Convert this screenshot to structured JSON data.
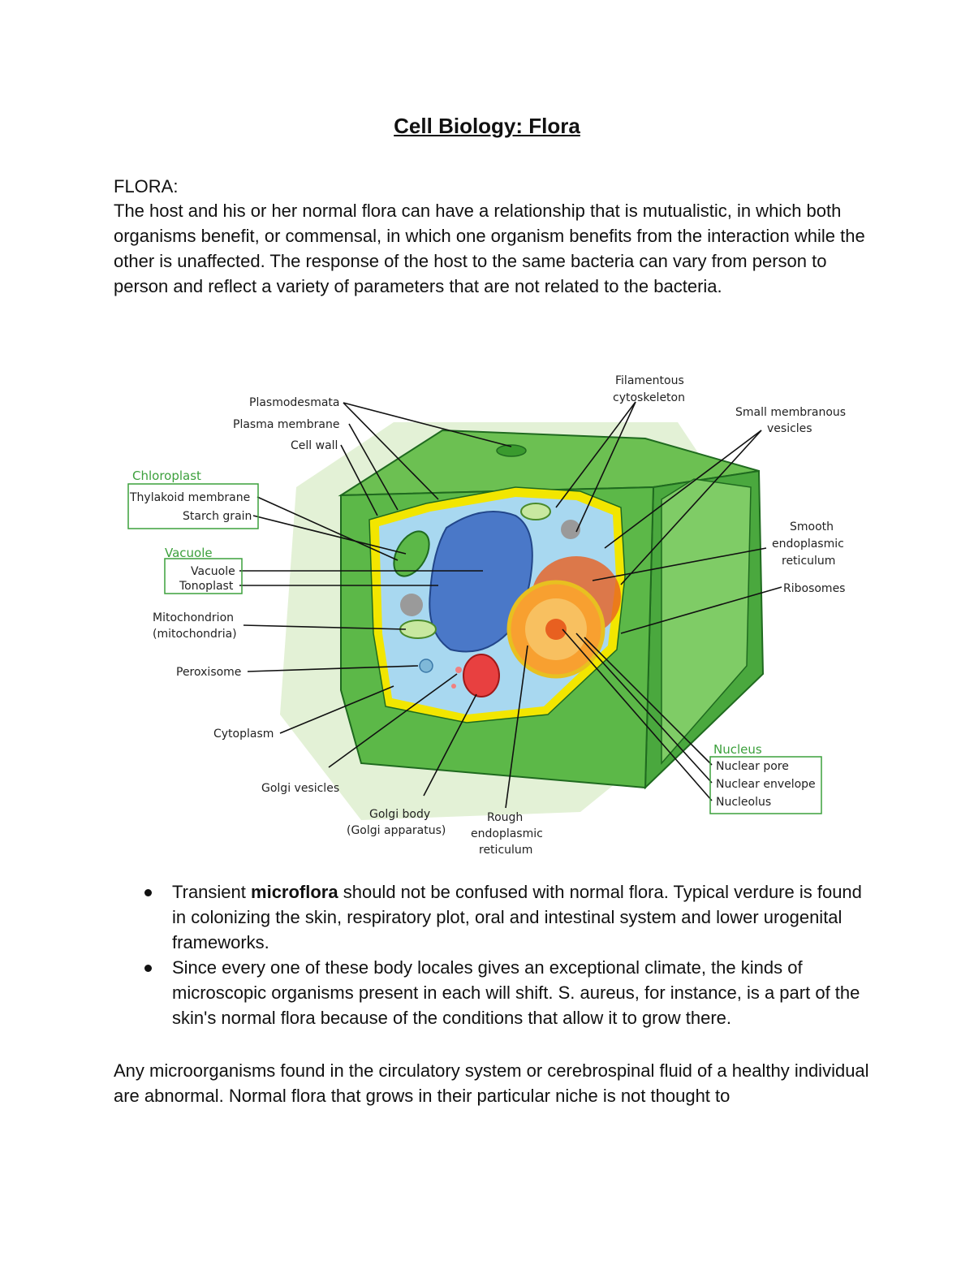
{
  "document": {
    "title": "Cell Biology: Flora",
    "section_heading": "FLORA:",
    "intro_paragraph": "The host and his or her normal flora can have a relationship that is mutualistic, in which both organisms benefit, or commensal, in which one organism benefits from the interaction while the other is unaffected. The response of the host to the same bacteria can vary from person to person and reflect a variety of parameters that are not related to the bacteria.",
    "bullets": [
      {
        "before": "Transient ",
        "bold": "microflora",
        "after": " should not be confused with normal flora. Typical verdure is found in colonizing the skin, respiratory plot, oral and intestinal system and lower urogenital frameworks."
      },
      {
        "before": "Since every one of these body locales gives an exceptional climate, the kinds of microscopic organisms present in each will shift. S. aureus, for instance, is a part of the skin's normal flora because of the conditions that allow it to grow there.",
        "bold": "",
        "after": ""
      }
    ],
    "closing_paragraph": "Any microorganisms found in the circulatory system or cerebrospinal fluid of a healthy individual are abnormal. Normal flora that grows in their particular niche is not thought to"
  },
  "diagram": {
    "labels": {
      "plasmodesmata": "Plasmodesmata",
      "plasma_membrane": "Plasma membrane",
      "cell_wall": "Cell wall",
      "chloroplast": "Chloroplast",
      "thylakoid_membrane": "Thylakoid membrane",
      "starch_grain": "Starch grain",
      "vacuole_group": "Vacuole",
      "vacuole": "Vacuole",
      "tonoplast": "Tonoplast",
      "mitochondrion_1": "Mitochondrion",
      "mitochondrion_2": "(mitochondria)",
      "peroxisome": "Peroxisome",
      "cytoplasm": "Cytoplasm",
      "golgi_vesicles": "Golgi vesicles",
      "golgi_body_1": "Golgi body",
      "golgi_body_2": "(Golgi apparatus)",
      "rough_er_1": "Rough",
      "rough_er_2": "endoplasmic",
      "rough_er_3": "reticulum",
      "filamentous_1": "Filamentous",
      "filamentous_2": "cytoskeleton",
      "small_vesicles_1": "Small membranous",
      "small_vesicles_2": "vesicles",
      "smooth_er_1": "Smooth",
      "smooth_er_2": "endoplasmic",
      "smooth_er_3": "reticulum",
      "ribosomes": "Ribosomes",
      "nucleus_group": "Nucleus",
      "nuclear_pore": "Nuclear pore",
      "nuclear_envelope": "Nuclear envelope",
      "nucleolus": "Nucleolus"
    },
    "colors": {
      "wall_light": "#a8d890",
      "wall_mid": "#5cb848",
      "wall_dark": "#3a9a2e",
      "membrane": "#f2e600",
      "cytoplasm": "#a8d8f0",
      "vacuole": "#4a78c8",
      "nucleus": "#f8a030",
      "nucleolus": "#e86020",
      "golgi": "#e84040",
      "group_label": "#3ca03c"
    }
  }
}
